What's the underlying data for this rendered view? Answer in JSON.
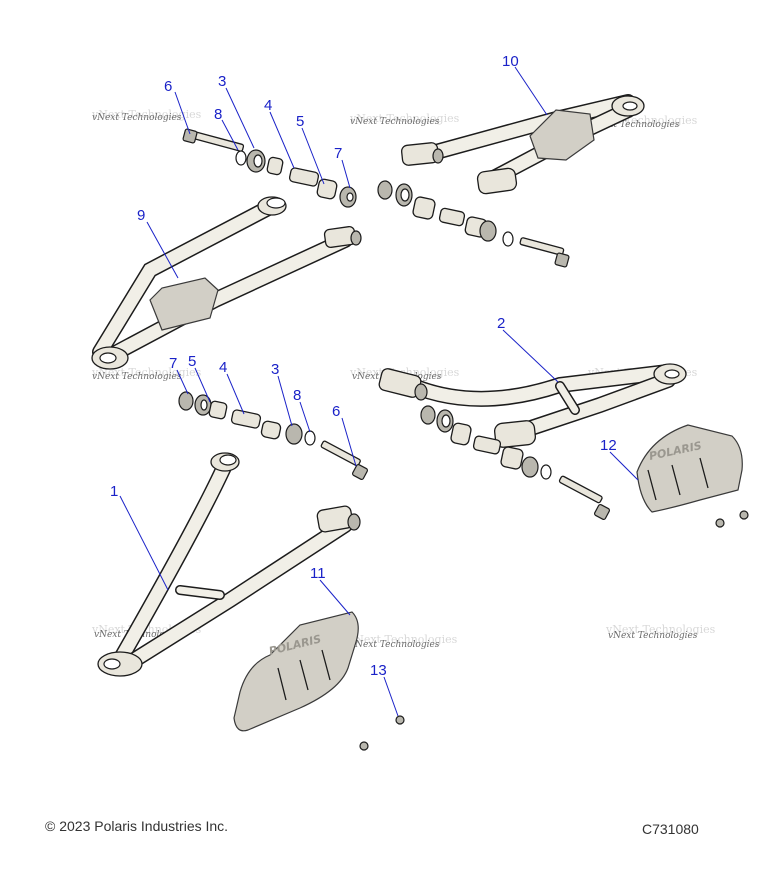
{
  "callouts": {
    "c1": "1",
    "c2": "2",
    "c3a": "3",
    "c3b": "3",
    "c4a": "4",
    "c4b": "4",
    "c5a": "5",
    "c5b": "5",
    "c6a": "6",
    "c6b": "6",
    "c7a": "7",
    "c7b": "7",
    "c8a": "8",
    "c8b": "8",
    "c9": "9",
    "c10": "10",
    "c11": "11",
    "c12": "12",
    "c13": "13"
  },
  "watermark": {
    "text": "vNext Technologies"
  },
  "guard": {
    "brand": "POLARIS"
  },
  "footer": {
    "copyright": "© 2023 Polaris Industries Inc.",
    "code": "C731080"
  },
  "colors": {
    "callout": "#1a22c8",
    "part_fill": "#e9e6dc",
    "outline": "#1c1c1c"
  }
}
